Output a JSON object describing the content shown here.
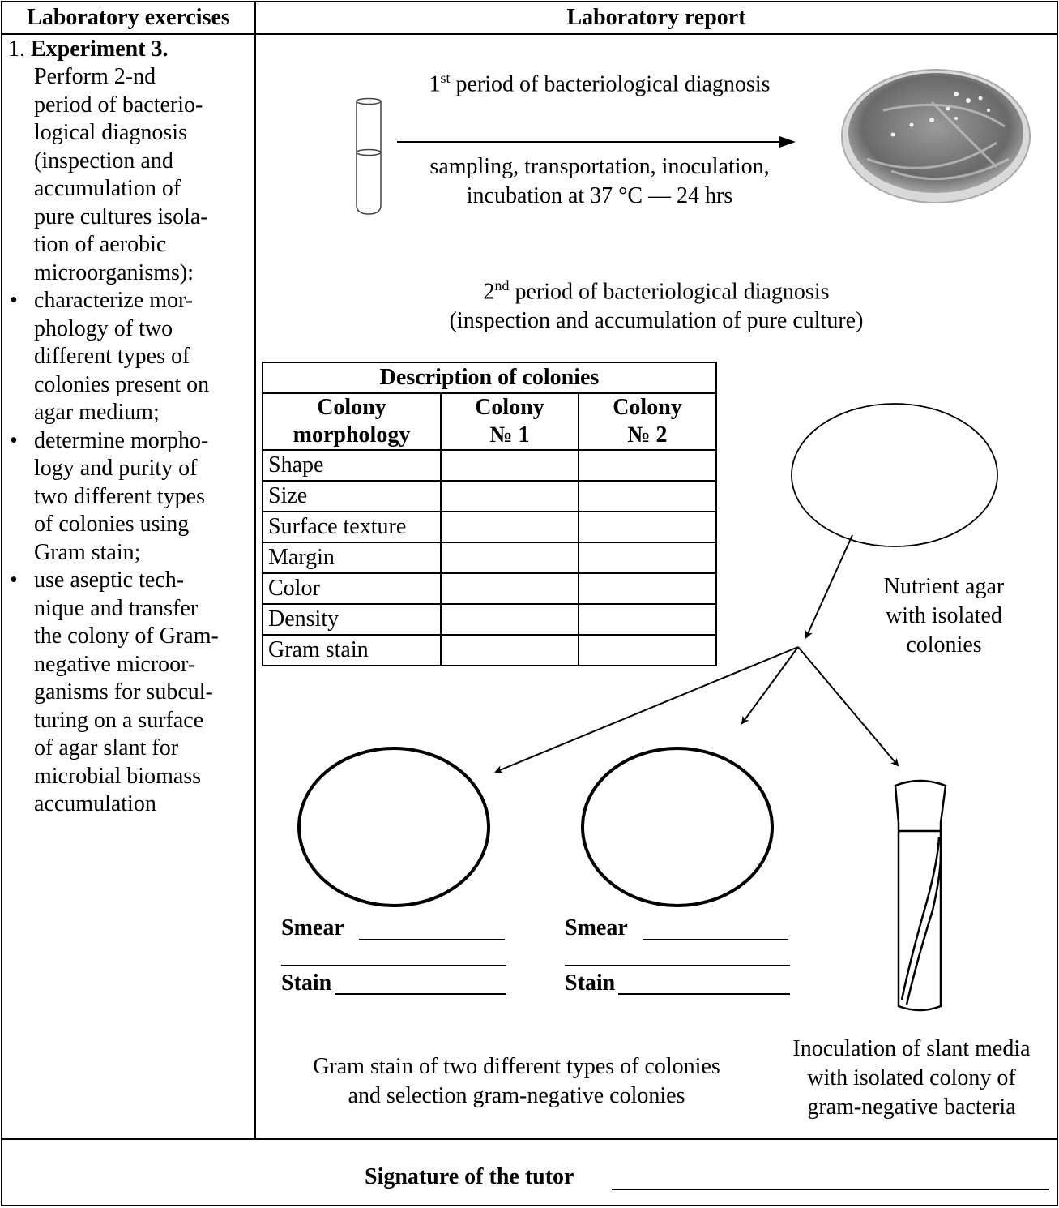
{
  "headers": {
    "left": "Laboratory exercises",
    "right": "Laboratory report"
  },
  "exercise": {
    "number": "1.",
    "title": "Experiment 3.",
    "intro_lines": [
      "Perform 2-nd",
      "period of bacterio-",
      "logical diagnosis",
      "(inspection and",
      "accumulation of",
      "pure cultures isola-",
      "tion of aerobic",
      "microorganisms):"
    ],
    "bullets": [
      [
        "characterize mor-",
        "phology of two",
        "different types of",
        "colonies present on",
        "agar medium;"
      ],
      [
        "determine morpho-",
        "logy and purity of",
        "two different types",
        "of colonies using",
        "Gram stain;"
      ],
      [
        "use aseptic tech-",
        "nique and transfer",
        "the colony of Gram-",
        "negative microor-",
        "ganisms for subcul-",
        "turing on a surface",
        "of agar slant for",
        "microbial biomass",
        "accumulation"
      ]
    ]
  },
  "report": {
    "period1": {
      "ordinal": "1",
      "sup": "st",
      "rest": " period of bacteriological diagnosis"
    },
    "period1_caption": [
      "sampling, transportation, inoculation,",
      "incubation at 37 °C — 24 hrs"
    ],
    "period2": {
      "ordinal": "2",
      "sup": "nd",
      "rest": " period of bacteriological diagnosis",
      "line2": "(inspection and accumulation of pure culture)"
    },
    "table": {
      "caption": "Description of colonies",
      "columns": [
        [
          "Colony",
          "morphology"
        ],
        [
          "Colony",
          "№ 1"
        ],
        [
          "Colony",
          "№ 2"
        ]
      ],
      "rows": [
        "Shape",
        "Size",
        "Surface texture",
        "Margin",
        "Color",
        "Density",
        "Gram stain"
      ]
    },
    "agar_caption": [
      "Nutrient agar",
      "with isolated",
      "colonies"
    ],
    "smear_label": "Smear",
    "stain_label": "Stain",
    "gram_caption": [
      "Gram stain of two different types of colonies",
      "and selection gram-negative colonies"
    ],
    "slant_caption": [
      "Inoculation of slant media",
      "with isolated colony of",
      "gram-negative bacteria"
    ]
  },
  "signature": {
    "label": "Signature of the tutor"
  }
}
